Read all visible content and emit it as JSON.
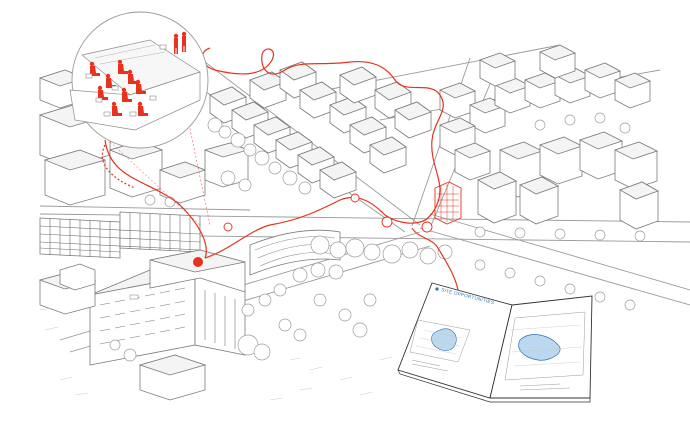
{
  "colors": {
    "accent": "#e8321e",
    "line": "#7a7a7a",
    "background": "#ffffff",
    "book_highlight": "#2d6fb8",
    "book_water": "#bcd8ee"
  },
  "booklet": {
    "heading": "SITE OPPORTUNITIES"
  },
  "icons": [
    "magnifier-callout",
    "figure-icons",
    "map-pin-marker",
    "seat-icon"
  ]
}
